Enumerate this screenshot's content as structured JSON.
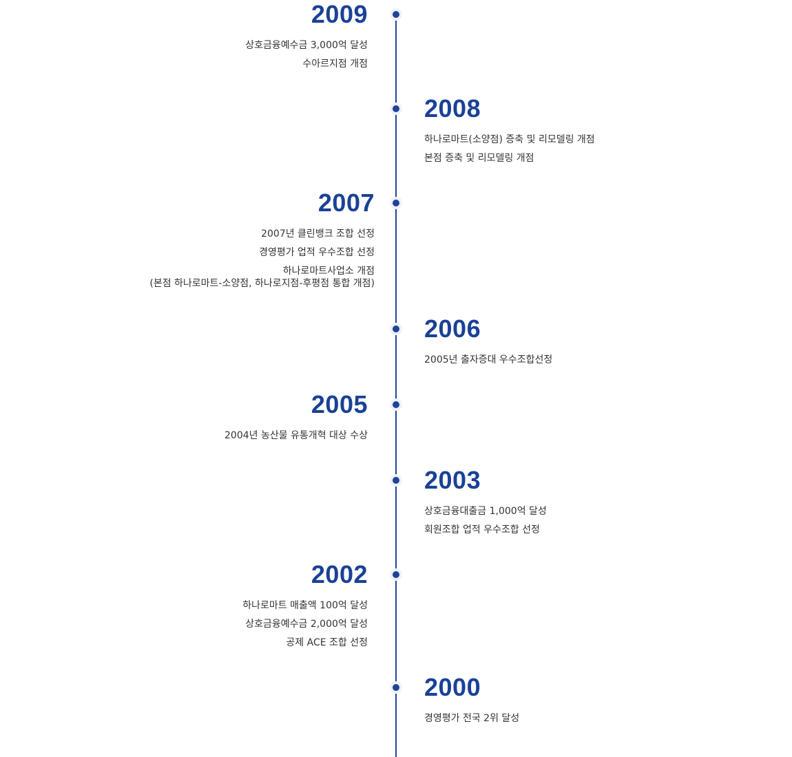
{
  "timeline": {
    "entries": [
      {
        "year": "2009",
        "items": [
          "상호금융예수금 3,000억 달성",
          "수아르지점 개점"
        ]
      },
      {
        "year": "2008",
        "items": [
          "하나로마트(소양점) 증축 및 리모델링 개점",
          "본점 증축 및 리모델링 개점"
        ]
      },
      {
        "year": "2007",
        "items": [
          "2007년 클린뱅크 조합 선정",
          "경영평가 업적 우수조합 선정",
          "하나로마트사업소 개점",
          "(본점 하나로마트-소양점, 하나로지점-후평점 통합 개점)"
        ]
      },
      {
        "year": "2006",
        "items": [
          "2005년 출자증대 우수조합선정"
        ]
      },
      {
        "year": "2005",
        "items": [
          "2004년 농산물 유통개혁 대상 수상"
        ]
      },
      {
        "year": "2003",
        "items": [
          "상호금융대출금 1,000억 달성",
          "회원조합 업적 우수조합 선정"
        ]
      },
      {
        "year": "2002",
        "items": [
          "하나로마트 매출액 100억 달성",
          "상호금융예수금 2,000억 달성",
          "공제 ACE 조합 선정"
        ]
      },
      {
        "year": "2000",
        "items": [
          "경영평가 전국 2위 달성"
        ]
      }
    ]
  },
  "colors": {
    "accent": "#1a4196",
    "text": "#333333",
    "line": "#1f4496"
  }
}
